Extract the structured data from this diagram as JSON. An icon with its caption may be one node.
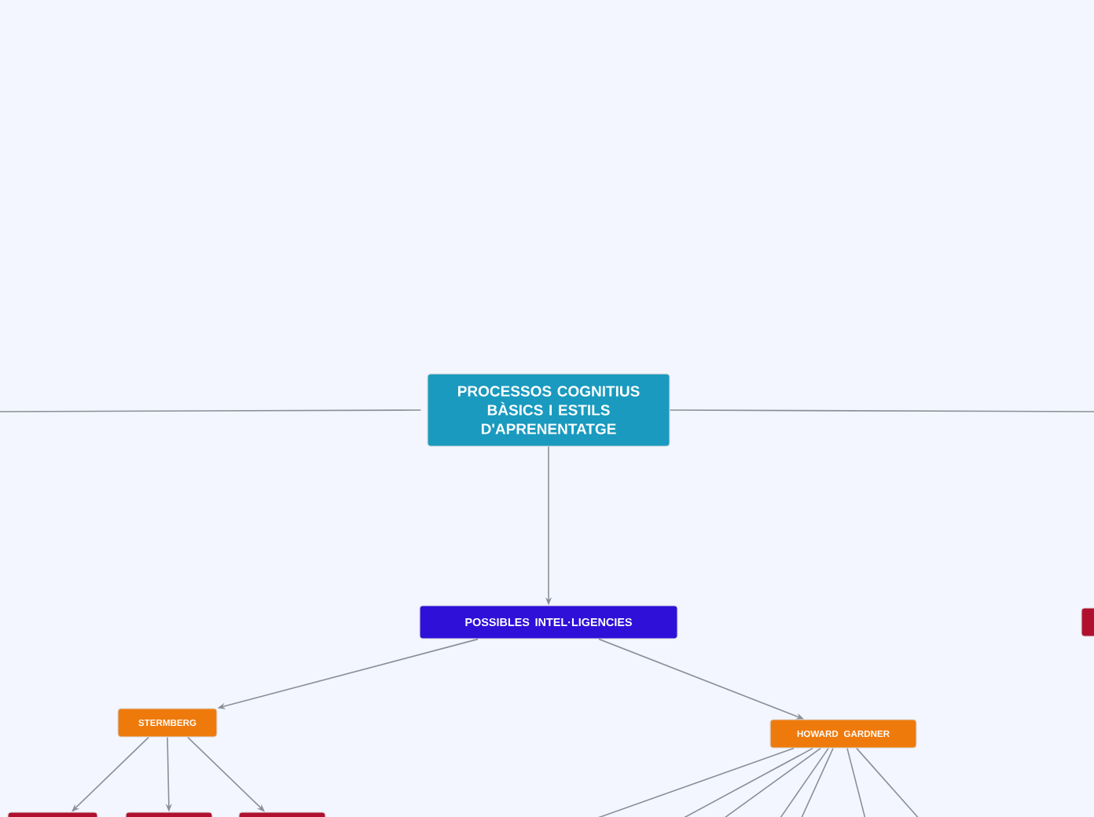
{
  "diagram": {
    "nodes": [
      {
        "text": [
          "PROCESSOS COGNITIUS BÀSICS I ESTILS D'APRENENTATGE"
        ]
      },
      {
        "text": [
          "POSSIBLES INTEL·LIGENCIES"
        ]
      },
      {
        "text": [
          "STERMBERG"
        ]
      },
      {
        "text": [
          "HOWARD GARDNER"
        ]
      },
      {
        "text": [],
        "shape": "box"
      },
      {
        "text": [],
        "shape": "box"
      },
      {
        "text": [],
        "shape": "box"
      },
      {
        "text": [],
        "shape": "box"
      }
    ],
    "edges": [
      {
        "from": 0,
        "to": 1,
        "arrow": "to"
      },
      {
        "from": 1,
        "to": 2,
        "arrow": "to"
      },
      {
        "from": 1,
        "to": 3,
        "arrow": "to"
      },
      {
        "from": 2,
        "to": 4,
        "arrow": "to"
      },
      {
        "from": 2,
        "to": 5,
        "arrow": "to"
      },
      {
        "from": 2,
        "to": 6,
        "arrow": "to"
      },
      {
        "from": 0,
        "to": null,
        "arrow": "none"
      },
      {
        "from": 0,
        "to": null,
        "arrow": "none"
      },
      {
        "from": 3,
        "to": null,
        "arrow": "none"
      },
      {
        "from": 3,
        "to": null,
        "arrow": "none"
      },
      {
        "from": 3,
        "to": null,
        "arrow": "none"
      },
      {
        "from": 3,
        "to": null,
        "arrow": "none"
      },
      {
        "from": 3,
        "to": null,
        "arrow": "none"
      },
      {
        "from": 3,
        "to": null,
        "arrow": "none"
      },
      {
        "from": 3,
        "to": null,
        "arrow": "none"
      }
    ]
  }
}
